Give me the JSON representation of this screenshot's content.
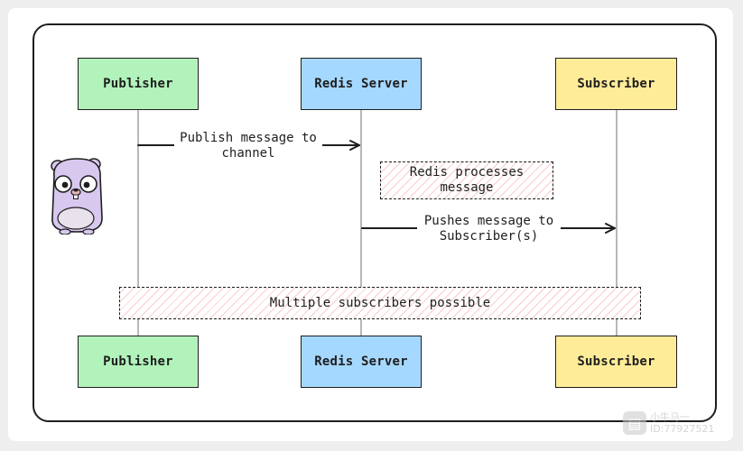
{
  "participants_top": [
    {
      "id": "publisher",
      "label": "Publisher",
      "color": "#b2f2bb"
    },
    {
      "id": "redis",
      "label": "Redis Server",
      "color": "#a5d8ff"
    },
    {
      "id": "subscriber",
      "label": "Subscriber",
      "color": "#ffec99"
    }
  ],
  "participants_bottom": [
    {
      "id": "publisher",
      "label": "Publisher",
      "color": "#b2f2bb"
    },
    {
      "id": "redis",
      "label": "Redis Server",
      "color": "#a5d8ff"
    },
    {
      "id": "subscriber",
      "label": "Subscriber",
      "color": "#ffec99"
    }
  ],
  "messages": [
    {
      "from": "publisher",
      "to": "redis",
      "line1": "Publish message to",
      "line2": "channel"
    },
    {
      "from": "redis",
      "to": "subscriber",
      "line1": "Pushes message to",
      "line2": "Subscriber(s)"
    }
  ],
  "notes": [
    {
      "over": "redis",
      "line1": "Redis processes",
      "line2": "message"
    },
    {
      "over": "all",
      "text": "Multiple subscribers possible"
    }
  ],
  "watermark": {
    "icon": "notebook-icon",
    "line1": "小牛马一",
    "line2": "ID:77927521"
  }
}
